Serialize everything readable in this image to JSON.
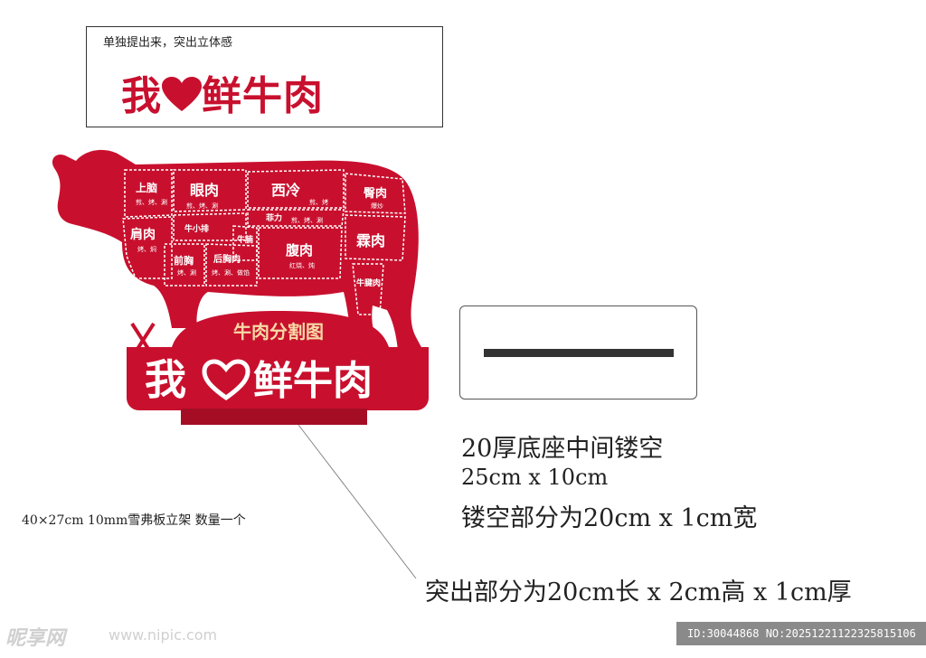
{
  "top_box": {
    "note": "单独提出来，突出立体感",
    "slogan_left": "我",
    "slogan_right": "鲜牛肉"
  },
  "cow_sign": {
    "banner": "牛肉分割图",
    "slogan_left": "我",
    "slogan_right": "鲜牛肉",
    "cuts": [
      {
        "name": "上脑",
        "sub": "煎、烤、涮"
      },
      {
        "name": "眼肉",
        "sub": "煎、烤、涮"
      },
      {
        "name": "西冷",
        "sub": "煎、烤"
      },
      {
        "name": "臀肉",
        "sub": "爆炒"
      },
      {
        "name": "菲力",
        "sub": "煎、烤、涮"
      },
      {
        "name": "肩肉",
        "sub": "烤、焖"
      },
      {
        "name": "牛小排",
        "sub": ""
      },
      {
        "name": "牛腩",
        "sub": ""
      },
      {
        "name": "腹肉",
        "sub": "红烧、炖"
      },
      {
        "name": "霖肉",
        "sub": ""
      },
      {
        "name": "前胸",
        "sub": "烤、涮"
      },
      {
        "name": "后胸肉",
        "sub": "烤、涮、做馅"
      },
      {
        "name": "牛腱肉",
        "sub": ""
      }
    ],
    "colors": {
      "red": "#c8102e",
      "dark_red": "#a50d25"
    }
  },
  "base": {
    "line1": "20厚底座中间镂空",
    "line2": "25cm x 10cm",
    "line3": "镂空部分为20cm x 1cm宽"
  },
  "protrusion": "突出部分为20cm长 x 2cm高 x 1cm厚",
  "stand_spec": "40×27cm  10mm雪弗板立架  数量一个",
  "watermark": {
    "logo": "昵享网",
    "url": "www.nipic.com",
    "id": "ID:30044868 NO:20251221122325815106"
  }
}
